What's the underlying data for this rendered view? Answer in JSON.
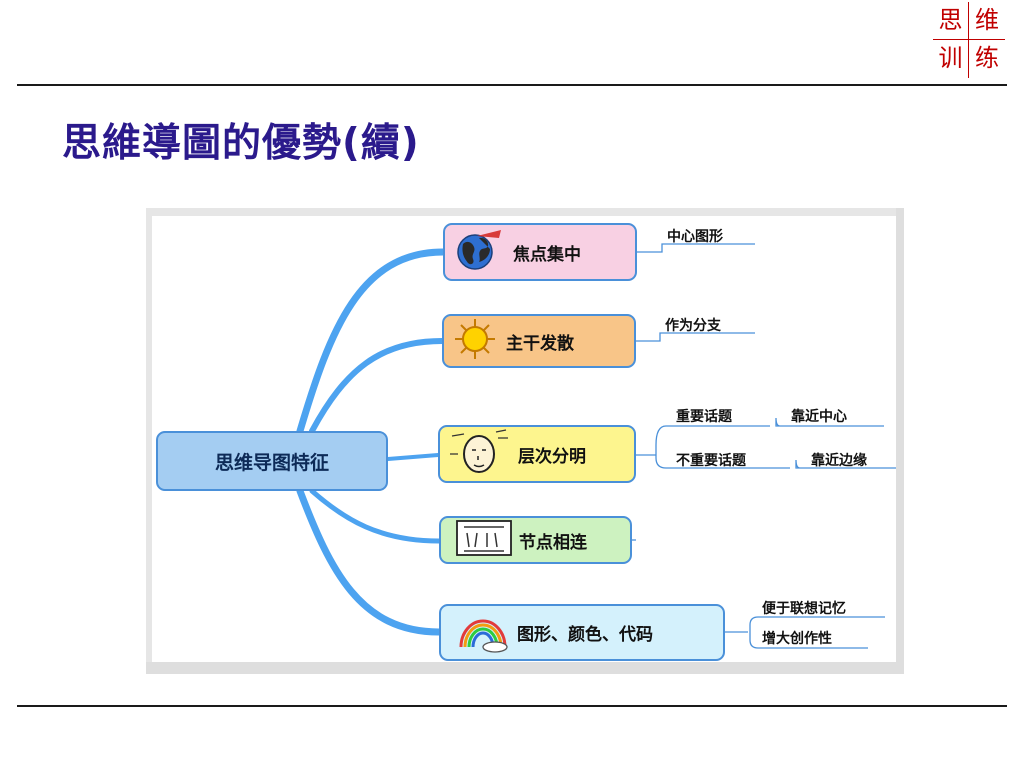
{
  "logo": {
    "chars": [
      "思",
      "维",
      "训",
      "练"
    ]
  },
  "slide": {
    "title": "思維導圖的優勢(續)"
  },
  "mindmap": {
    "central": "思维导图特征",
    "branches": [
      {
        "label": "焦点集中",
        "icon": "globe-icon",
        "children": [
          "中心图形"
        ]
      },
      {
        "label": "主干发散",
        "icon": "sun-icon",
        "children": [
          "作为分支"
        ]
      },
      {
        "label": "层次分明",
        "icon": "head-icon",
        "children": [
          "重要话题",
          "靠近中心",
          "不重要话题",
          "靠近边缘"
        ]
      },
      {
        "label": "节点相连",
        "icon": "notebook-icon",
        "children": []
      },
      {
        "label": "图形、颜色、代码",
        "icon": "rainbow-icon",
        "children": [
          "便于联想记忆",
          "增大创作性"
        ]
      }
    ]
  },
  "colors": {
    "title": "#2b1a8c",
    "logo": "#c00000",
    "connector": "#4da3f0",
    "central_fill": "#a4cdf2",
    "node_fills": [
      "#f8d0e3",
      "#f8c588",
      "#fdf58e",
      "#cdf2c0",
      "#d4f1fc"
    ]
  }
}
